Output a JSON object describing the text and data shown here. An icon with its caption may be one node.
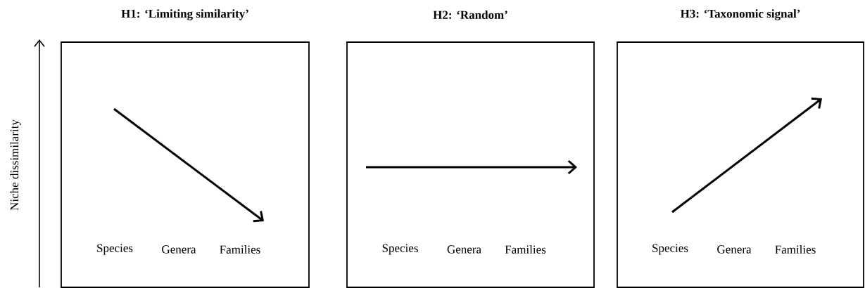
{
  "diagram": {
    "nodes": [
      {
        "text": [
          "H1: ‘Limiting similarity’",
          "Species",
          "Genera",
          "Families"
        ]
      },
      {
        "text": [
          "H2: ‘Random’",
          "Species",
          "Genera",
          "Families"
        ]
      },
      {
        "text": [
          "H3: ‘Taxonomic signal’",
          "Species",
          "Genera",
          "Families"
        ]
      }
    ],
    "labels": [
      "Niche dissimilarity"
    ]
  }
}
